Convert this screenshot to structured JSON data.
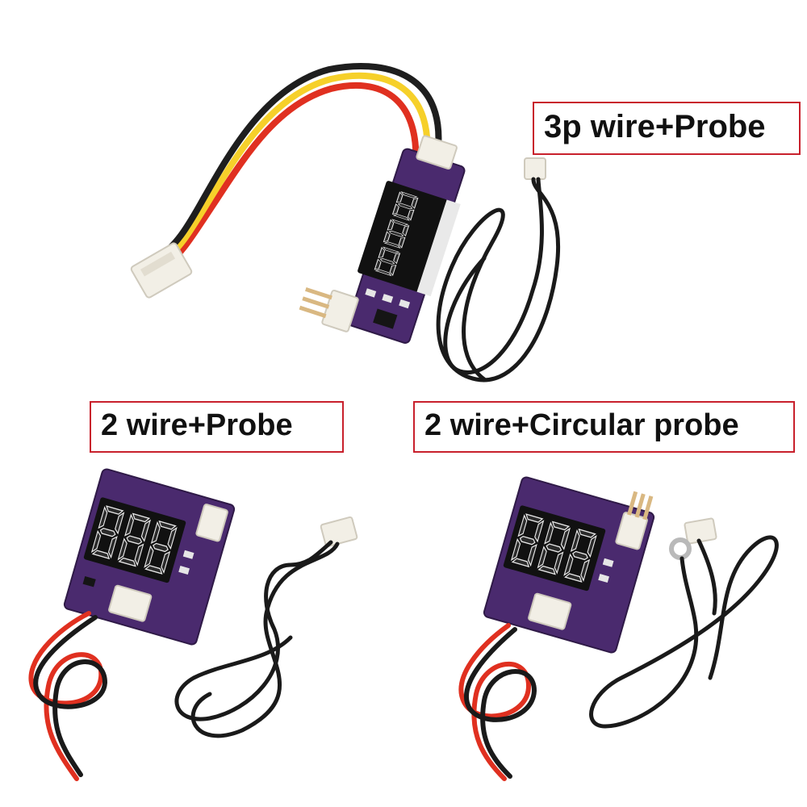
{
  "labels": {
    "three_pin": "3p wire+Probe",
    "two_wire": "2 wire+Probe",
    "two_wire_circular": "2 wire+Circular probe"
  },
  "colors": {
    "label_border": "#c8202c",
    "pcb": "#4a2a6e",
    "display_face": "#111111",
    "segment": "#2a2a2a",
    "connector": "#f2efe6",
    "wire_red": "#e03020",
    "wire_yellow": "#f6d02a",
    "wire_black": "#1a1a1a"
  }
}
